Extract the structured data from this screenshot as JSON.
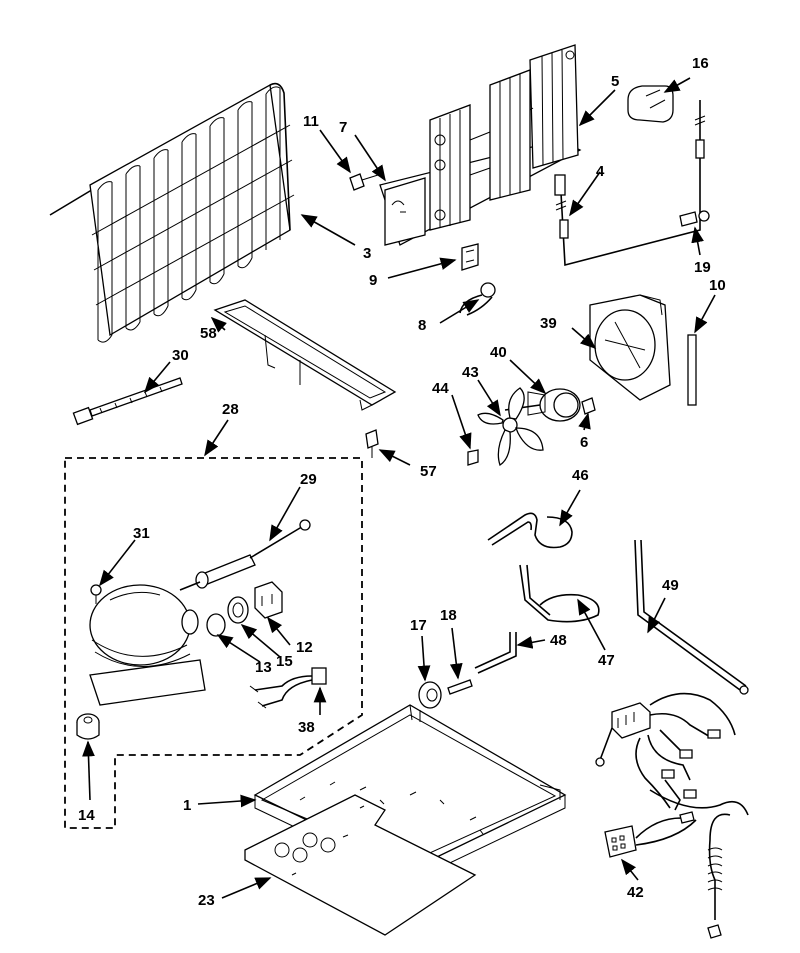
{
  "labels": {
    "p1": "1",
    "p3": "3",
    "p4": "4",
    "p5": "5",
    "p6": "6",
    "p7": "7",
    "p8": "8",
    "p9": "9",
    "p10": "10",
    "p11": "11",
    "p12": "12",
    "p13": "13",
    "p14": "14",
    "p15": "15",
    "p16": "16",
    "p17": "17",
    "p18": "18",
    "p19": "19",
    "p23": "23",
    "p28": "28",
    "p29": "29",
    "p30": "30",
    "p31": "31",
    "p38": "38",
    "p39": "39",
    "p40": "40",
    "p42": "42",
    "p43": "43",
    "p44": "44",
    "p46": "46",
    "p47": "47",
    "p48": "48",
    "p49": "49",
    "p57": "57",
    "p58": "58"
  }
}
